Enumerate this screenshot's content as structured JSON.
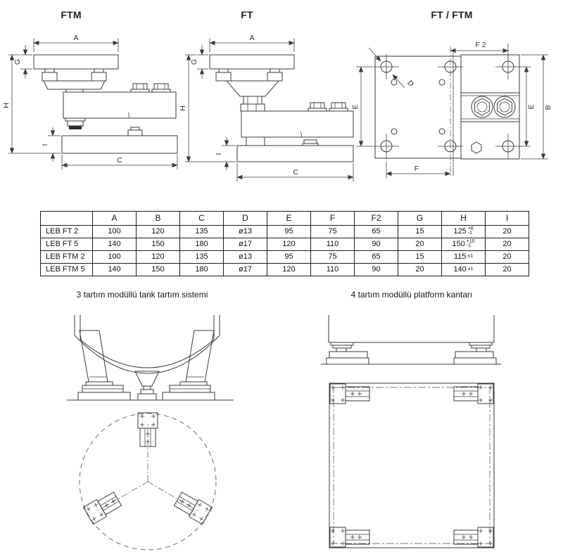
{
  "page": {
    "background": "#ffffff",
    "line_color": "#3a3a3a"
  },
  "drawings": {
    "ftm": {
      "title": "FTM"
    },
    "ft": {
      "title": "FT"
    },
    "ft_ftm": {
      "title": "FT / FTM"
    }
  },
  "dims": {
    "A": "A",
    "B": "B",
    "C": "C",
    "D": "D",
    "E": "E",
    "F": "F",
    "F2": "F 2",
    "G": "G",
    "H": "H",
    "I": "I"
  },
  "table": {
    "columns": [
      "",
      "A",
      "B",
      "C",
      "D",
      "E",
      "F",
      "F2",
      "G",
      "H",
      "I"
    ],
    "rows": [
      {
        "name": "LEB FT 2",
        "A": "100",
        "B": "120",
        "C": "135",
        "D": "ø13",
        "E": "95",
        "F": "75",
        "F2": "65",
        "G": "15",
        "H": "125",
        "H_sup": "+6",
        "H_sub": "-1",
        "I": "20"
      },
      {
        "name": "LEB FT 5",
        "A": "140",
        "B": "150",
        "C": "180",
        "D": "ø17",
        "E": "120",
        "F": "110",
        "F2": "90",
        "G": "20",
        "H": "150",
        "H_sup": "+10",
        "H_sub": "-1",
        "I": "20"
      },
      {
        "name": "LEB FTM 2",
        "A": "100",
        "B": "120",
        "C": "135",
        "D": "ø13",
        "E": "95",
        "F": "75",
        "F2": "65",
        "G": "15",
        "H": "115",
        "H_sup": "±1",
        "H_sub": "",
        "I": "20"
      },
      {
        "name": "LEB FTM 5",
        "A": "140",
        "B": "150",
        "C": "180",
        "D": "ø17",
        "E": "120",
        "F": "110",
        "F2": "90",
        "G": "20",
        "H": "140",
        "H_sup": "±1",
        "H_sub": "",
        "I": "20"
      }
    ]
  },
  "captions": {
    "left": "3 tartım modüllü tank tartım sistemi",
    "right": "4 tartım modüllü platform kantarı"
  }
}
